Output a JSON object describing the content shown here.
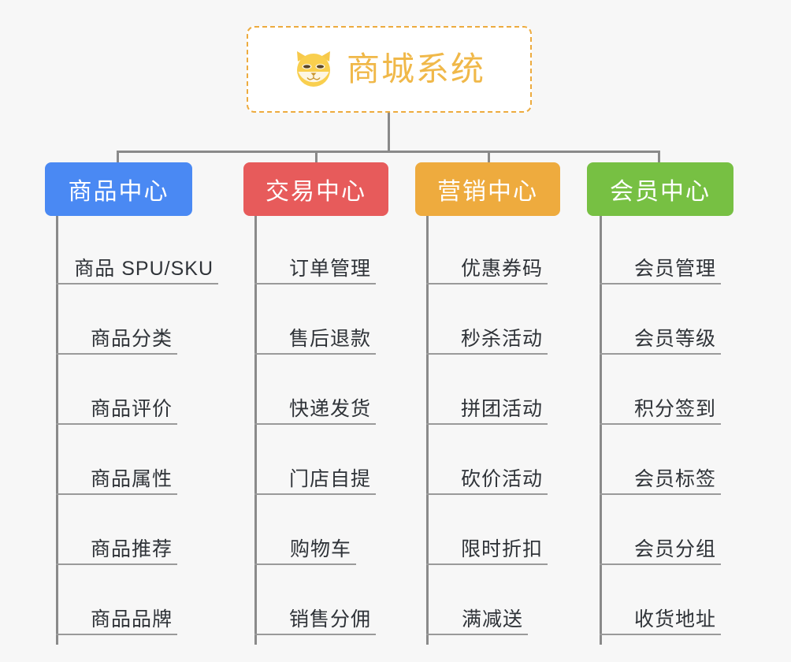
{
  "page": {
    "background_color": "#f7f7f7",
    "connector_color": "#8a8a8a",
    "leaf_rule_color": "#9a9a9a",
    "leaf_text_color": "#2f3338"
  },
  "root": {
    "title": "商城系统",
    "icon": "shiba-dog-face-emoji",
    "border_color": "#edab3e",
    "text_color": "#f0b849",
    "fill_color": "#ffffff"
  },
  "categories": [
    {
      "label": "商品中心",
      "color": "#4a89f3",
      "items": [
        "商品 SPU/SKU",
        "商品分类",
        "商品评价",
        "商品属性",
        "商品推荐",
        "商品品牌"
      ]
    },
    {
      "label": "交易中心",
      "color": "#e75b5b",
      "items": [
        "订单管理",
        "售后退款",
        "快递发货",
        "门店自提",
        "购物车",
        "销售分佣"
      ]
    },
    {
      "label": "营销中心",
      "color": "#eeab3e",
      "items": [
        "优惠券码",
        "秒杀活动",
        "拼团活动",
        "砍价活动",
        "限时折扣",
        "满减送"
      ]
    },
    {
      "label": "会员中心",
      "color": "#77c043",
      "items": [
        "会员管理",
        "会员等级",
        "积分签到",
        "会员标签",
        "会员分组",
        "收货地址"
      ]
    }
  ]
}
